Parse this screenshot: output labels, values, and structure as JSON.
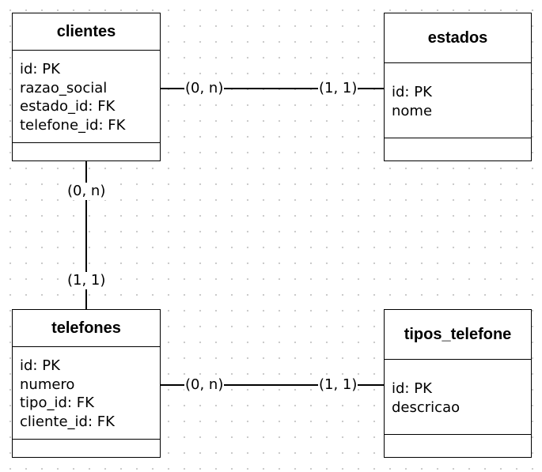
{
  "entities": {
    "clientes": {
      "name": "clientes",
      "fields": [
        "id: PK",
        "razao_social",
        "estado_id: FK",
        "telefone_id: FK"
      ]
    },
    "estados": {
      "name": "estados",
      "fields": [
        "id: PK",
        "nome"
      ]
    },
    "telefones": {
      "name": "telefones",
      "fields": [
        "id: PK",
        "numero",
        "tipo_id: FK",
        "cliente_id: FK"
      ]
    },
    "tipos_telefone": {
      "name": "tipos_telefone",
      "fields": [
        "id: PK",
        "descricao"
      ]
    }
  },
  "relationships": [
    {
      "from": "clientes",
      "to": "estados",
      "from_card": "(0, n)",
      "to_card": "(1, 1)"
    },
    {
      "from": "clientes",
      "to": "telefones",
      "from_card": "(0, n)",
      "to_card": "(1, 1)"
    },
    {
      "from": "telefones",
      "to": "tipos_telefone",
      "from_card": "(0, n)",
      "to_card": "(1, 1)"
    }
  ]
}
